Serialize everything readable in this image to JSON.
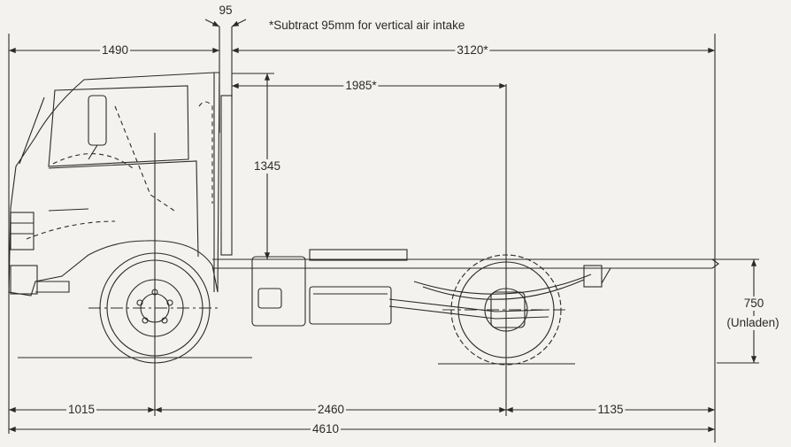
{
  "note": "*Subtract 95mm for vertical air intake",
  "dimensions": {
    "top_offset": "95",
    "front_to_cab_back": "1490",
    "cab_back_to_rear": "3120*",
    "cab_back_to_rear_axle": "1985*",
    "cab_height": "1345",
    "frame_height": "750",
    "frame_height_note": "(Unladen)",
    "front_overhang": "1015",
    "wheelbase": "2460",
    "rear_overhang": "1135",
    "overall_length": "4610"
  },
  "colors": {
    "background": "#f3f2ee",
    "line": "#2a2a2a"
  }
}
